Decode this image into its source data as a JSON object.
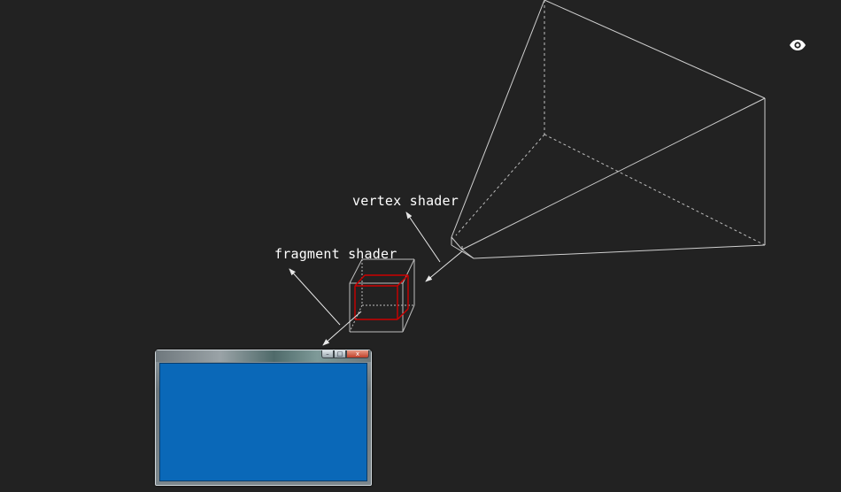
{
  "diagram": {
    "labels": {
      "vertex_shader": "vertex shader",
      "fragment_shader": "fragment shader"
    },
    "icons": {
      "view_toggle": "eye-icon"
    },
    "window": {
      "controls": {
        "minimize": "–",
        "maximize": "□",
        "close": "x"
      },
      "client_color": "#0a68b8"
    },
    "colors": {
      "background": "#222222",
      "lines": "#d0d0d0",
      "highlight_box": "#cc0000"
    }
  }
}
